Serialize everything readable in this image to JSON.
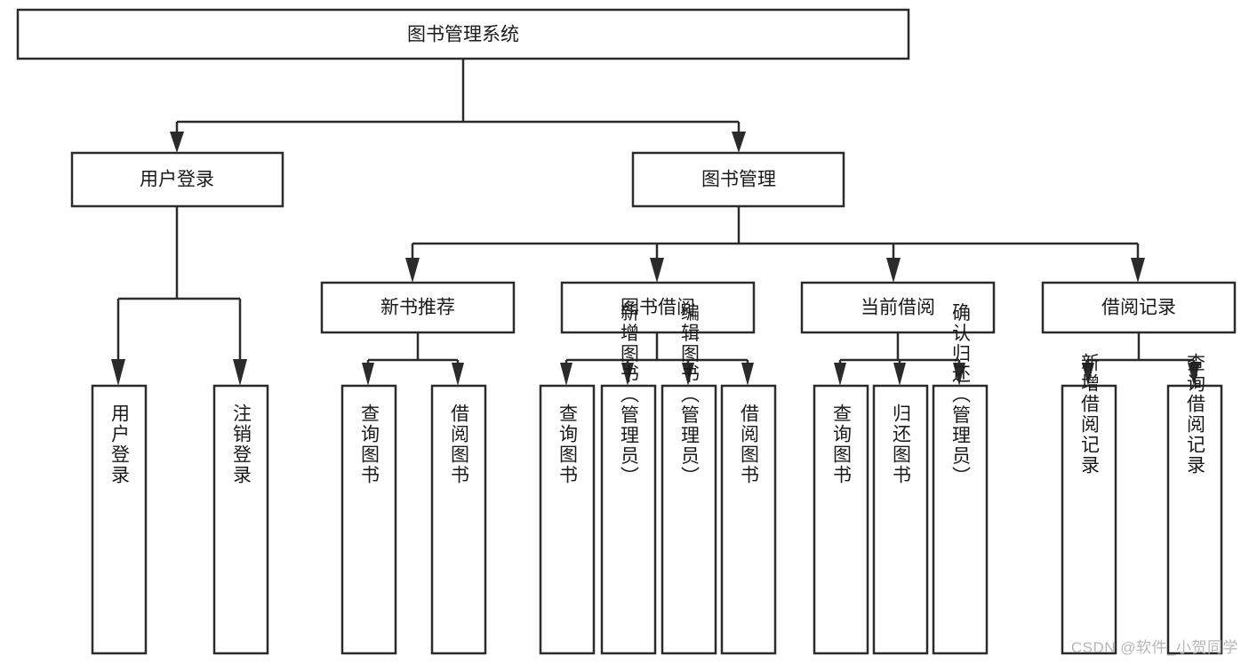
{
  "diagram": {
    "type": "tree-hierarchy",
    "title": "图书管理系统",
    "theme": {
      "background": "#ffffff",
      "box_fill": "#ffffff",
      "box_stroke": "#2b2b2b",
      "connector": "#2b2b2b",
      "text": "#1a1a1a",
      "watermark": "#b7b7b7"
    },
    "root": {
      "id": "root",
      "label": "图书管理系统",
      "orientation": "horizontal"
    },
    "level1": [
      {
        "id": "user-login",
        "label": "用户登录",
        "orientation": "horizontal"
      },
      {
        "id": "book-manage",
        "label": "图书管理",
        "orientation": "horizontal"
      }
    ],
    "level2": [
      {
        "id": "new-book-rec",
        "label": "新书推荐",
        "parent": "book-manage",
        "orientation": "horizontal"
      },
      {
        "id": "book-borrow",
        "label": "图书借阅",
        "parent": "book-manage",
        "orientation": "horizontal"
      },
      {
        "id": "current-borrow",
        "label": "当前借阅",
        "parent": "book-manage",
        "orientation": "horizontal"
      },
      {
        "id": "borrow-record",
        "label": "借阅记录",
        "parent": "book-manage",
        "orientation": "horizontal"
      }
    ],
    "leaves": [
      {
        "id": "leaf-user-login",
        "label": "用户登录",
        "parent": "user-login",
        "orientation": "vertical"
      },
      {
        "id": "leaf-logout-login",
        "label": "注销登录",
        "parent": "user-login",
        "orientation": "vertical"
      },
      {
        "id": "leaf-query-book-1",
        "label": "查询图书",
        "parent": "new-book-rec",
        "orientation": "vertical"
      },
      {
        "id": "leaf-borrow-book-1",
        "label": "借阅图书",
        "parent": "new-book-rec",
        "orientation": "vertical"
      },
      {
        "id": "leaf-query-book-2",
        "label": "查询图书",
        "parent": "book-borrow",
        "orientation": "vertical"
      },
      {
        "id": "leaf-add-book",
        "label": "新增图书（管理员）",
        "parent": "book-borrow",
        "orientation": "vertical"
      },
      {
        "id": "leaf-edit-book",
        "label": "编辑图书（管理员）",
        "parent": "book-borrow",
        "orientation": "vertical"
      },
      {
        "id": "leaf-borrow-book-2",
        "label": "借阅图书",
        "parent": "book-borrow",
        "orientation": "vertical"
      },
      {
        "id": "leaf-query-book-3",
        "label": "查询图书",
        "parent": "current-borrow",
        "orientation": "vertical"
      },
      {
        "id": "leaf-return-book",
        "label": "归还图书",
        "parent": "current-borrow",
        "orientation": "vertical"
      },
      {
        "id": "leaf-confirm-return",
        "label": "确认归还（管理员）",
        "parent": "current-borrow",
        "orientation": "vertical"
      },
      {
        "id": "leaf-add-record",
        "label": "新增借阅记录",
        "parent": "borrow-record",
        "orientation": "vertical"
      },
      {
        "id": "leaf-query-record",
        "label": "查询借阅记录",
        "parent": "borrow-record",
        "orientation": "vertical"
      }
    ],
    "watermark": "CSDN @软件_小贺同学"
  }
}
